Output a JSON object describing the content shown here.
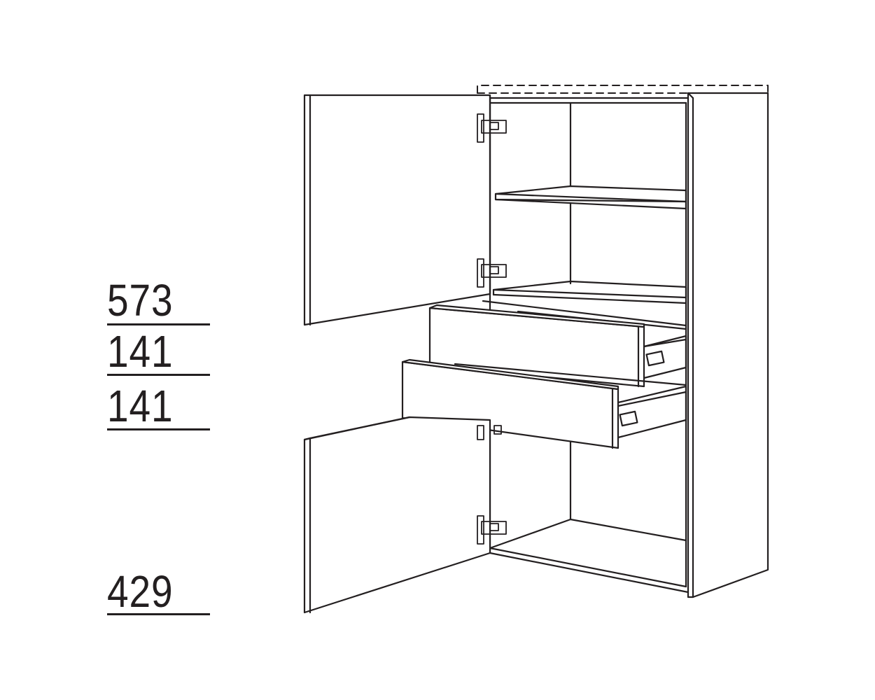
{
  "dimensions": [
    {
      "value": "573"
    },
    {
      "value": "141"
    },
    {
      "value": "141"
    },
    {
      "value": "429"
    }
  ],
  "colors": {
    "line": "#231f20",
    "background": "#ffffff",
    "door_front": "#f2f2f2"
  }
}
